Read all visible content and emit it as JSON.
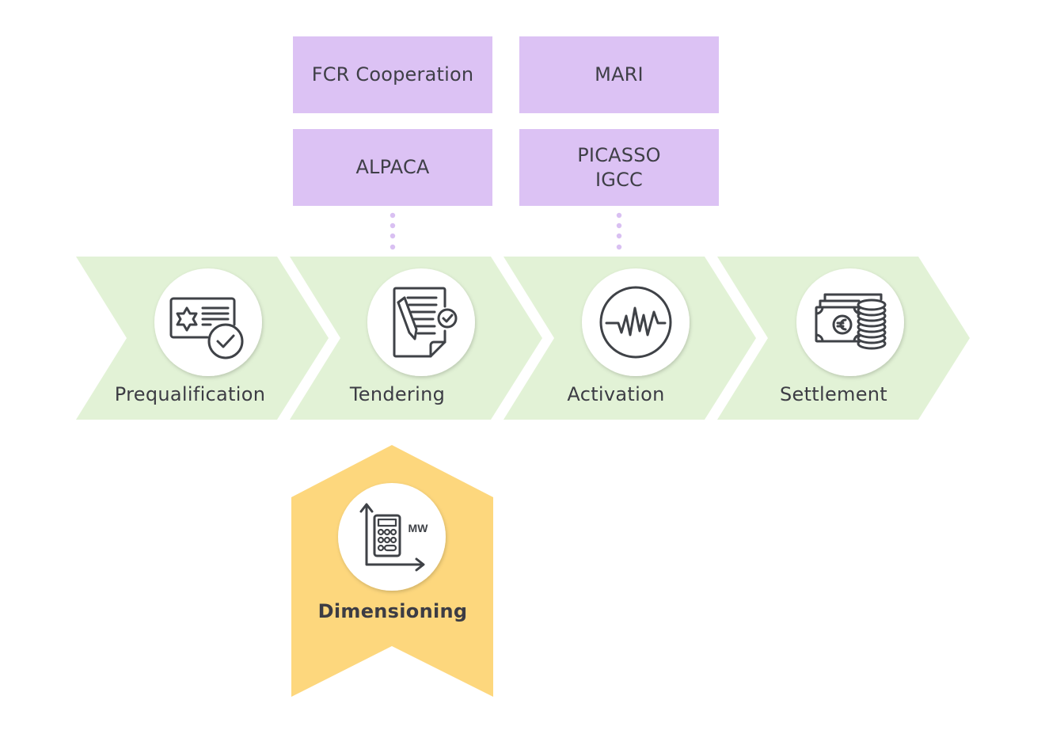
{
  "title": "Balancing process steps and platforms",
  "platforms": [
    {
      "label": "FCR Cooperation",
      "step": "Tendering"
    },
    {
      "label": "ALPACA",
      "step": "Tendering"
    },
    {
      "label": "MARI",
      "step": "Activation"
    },
    {
      "label": "PICASSO\nIGCC",
      "step": "Activation"
    }
  ],
  "process_steps": [
    {
      "label": "Prequalification",
      "icon": "certificate-check-icon"
    },
    {
      "label": "Tendering",
      "icon": "document-pencil-check-icon"
    },
    {
      "label": "Activation",
      "icon": "signal-wave-icon"
    },
    {
      "label": "Settlement",
      "icon": "money-coins-euro-icon"
    }
  ],
  "dimensioning": {
    "label": "Dimensioning",
    "icon": "calculator-chart-icon",
    "icon_unit_text": "MW"
  },
  "colors": {
    "platform_box": "#dcc2f4",
    "connector_dots": "#d9c0f2",
    "process_chevron": "#e2f2d6",
    "dimensioning": "#fdd77d",
    "icon_stroke": "#3f4247",
    "text": "#3c3c44"
  }
}
